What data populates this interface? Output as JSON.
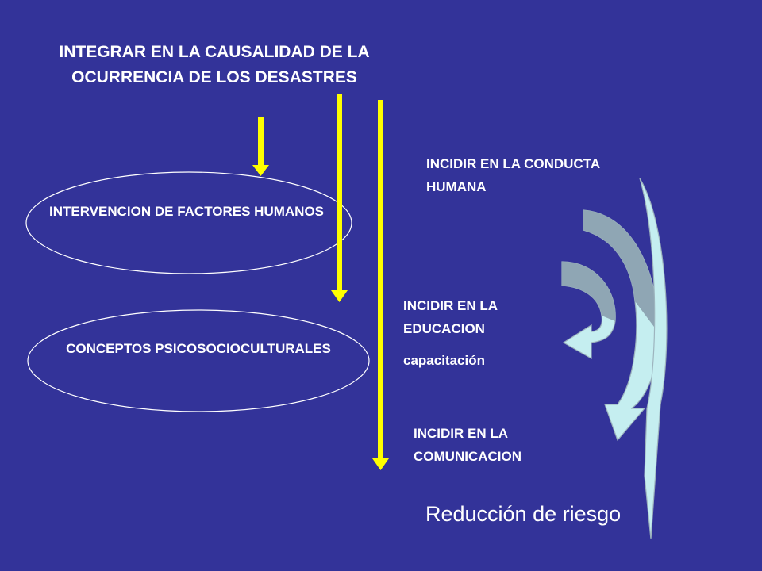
{
  "title": "INTEGRAR EN LA CAUSALIDAD DE LA OCURRENCIA DE LOS DESASTRES",
  "ovals": {
    "first": "INTERVENCION DE FACTORES HUMANOS",
    "second": "CONCEPTOS PSICOSOCIOCULTURALES"
  },
  "actions": {
    "conducta": "INCIDIR EN LA CONDUCTA HUMANA",
    "educacion": "INCIDIR EN LA EDUCACION",
    "educacion_sub": "capacitación",
    "comunicacion": "INCIDIR EN LA COMUNICACION"
  },
  "footer": "Reducción de riesgo",
  "colors": {
    "background": "#333399",
    "arrow_yellow": "#ffff00",
    "curve_light": "#c5eef0",
    "curve_dark": "#8fa6b4"
  }
}
